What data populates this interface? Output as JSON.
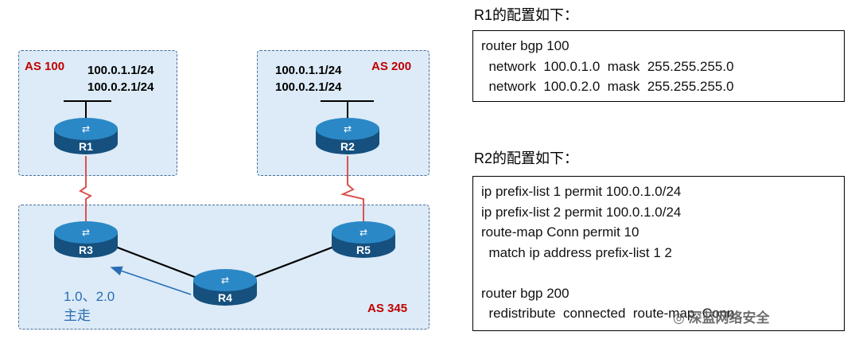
{
  "diagram": {
    "as_boxes": [
      {
        "label": "AS 100"
      },
      {
        "label": "AS 200"
      },
      {
        "label": "AS 345"
      }
    ],
    "r1_networks": [
      "100.0.1.1/24",
      "100.0.2.1/24"
    ],
    "r2_networks": [
      "100.0.1.1/24",
      "100.0.2.1/24"
    ],
    "routers": [
      "R1",
      "R2",
      "R3",
      "R4",
      "R5"
    ],
    "flow_note": [
      "1.0、2.0",
      "主走"
    ]
  },
  "config": {
    "r1_heading": "R1的配置如下：",
    "r1_lines": [
      "router bgp 100",
      "  network  100.0.1.0  mask  255.255.255.0",
      "  network  100.0.2.0  mask  255.255.255.0"
    ],
    "r2_heading": "R2的配置如下：",
    "r2_lines": [
      "ip prefix-list 1 permit 100.0.1.0/24",
      "ip prefix-list 2 permit 100.0.1.0/24",
      "route-map Conn permit 10",
      "  match ip address prefix-list 1 2",
      "",
      "router bgp 200",
      "  redistribute  connected  route-map  Conn"
    ]
  },
  "watermark": "深蓝网络安全",
  "colors": {
    "router_blue": "#1f6fa8",
    "as_label_red": "#c00000",
    "note_blue": "#2a6db5",
    "serial_link_red": "#d9534f"
  }
}
